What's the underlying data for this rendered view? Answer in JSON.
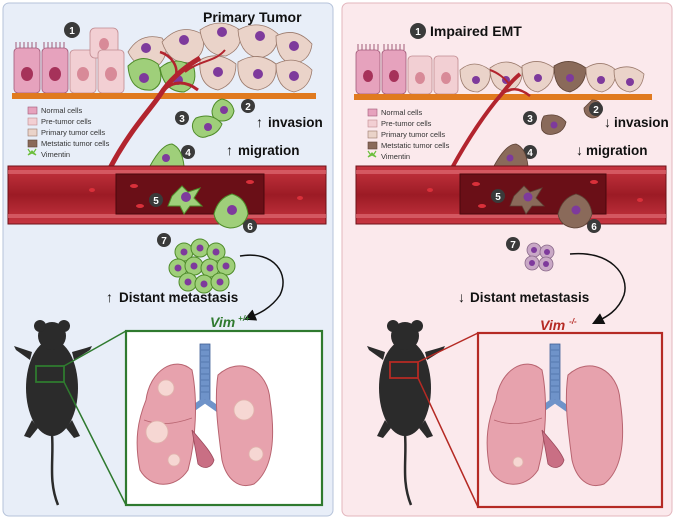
{
  "left_panel": {
    "title": "Primary Tumor",
    "labels": {
      "invasion": "invasion",
      "migration": "migration",
      "distant_metastasis": "Distant metastasis",
      "invasion_arrow": "↑",
      "migration_arrow": "↑",
      "metastasis_arrow": "↑"
    },
    "genotype": {
      "base": "Vim",
      "sup": "+/+"
    },
    "steps": [
      "1",
      "2",
      "3",
      "4",
      "5",
      "6",
      "7"
    ]
  },
  "right_panel": {
    "title_num": "1",
    "title": "Impaired EMT",
    "labels": {
      "invasion": "invasion",
      "migration": "migration",
      "distant_metastasis": "Distant metastasis",
      "invasion_arrow": "↓",
      "migration_arrow": "↓",
      "metastasis_arrow": "↓"
    },
    "genotype": {
      "base": "Vim",
      "sup": "-/-"
    },
    "steps": [
      "2",
      "3",
      "4",
      "5",
      "6",
      "7"
    ]
  },
  "legend": [
    {
      "label": "Normal cells",
      "color": "#e6a2bd"
    },
    {
      "label": "Pre-tumor cells",
      "color": "#f2cfd3"
    },
    {
      "label": "Primary tumor cells",
      "color": "#ead3c9"
    },
    {
      "label": "Metstatic tumor cells",
      "color": "#8a6a5a"
    },
    {
      "label": "Vimentin",
      "color": "#6cbf3d"
    }
  ],
  "colors": {
    "left_bg": "#e8eef8",
    "right_bg": "#fbe9ec",
    "vim_pos": "#2f7a2f",
    "vim_neg": "#b52a24",
    "vessel": "#b2242e",
    "basement": "#e07a1f",
    "vimentin": "#6cbf3d",
    "nucleus": "#7e3a9c",
    "lung": "#e7a2ad",
    "trachea": "#6f93c9"
  }
}
